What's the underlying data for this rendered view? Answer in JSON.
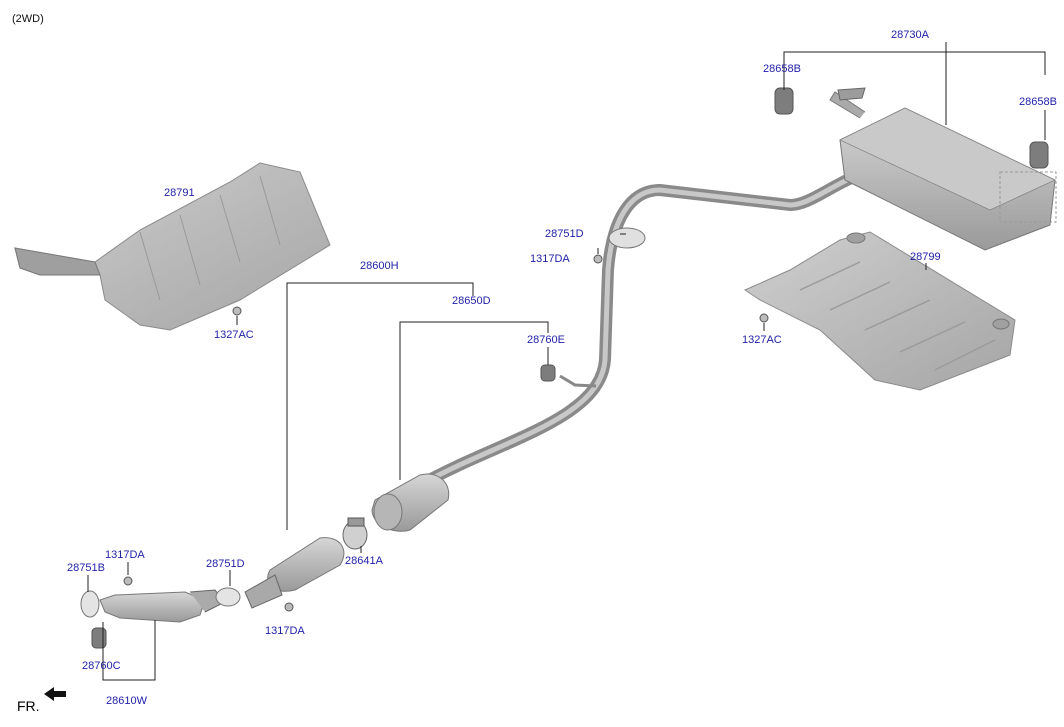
{
  "variant_label": "(2WD)",
  "direction_label": "FR.",
  "colors": {
    "label": "#1f1fa8",
    "leader": "#222222",
    "part_fill": "#b8b8b8",
    "part_stroke": "#7a7a7a"
  },
  "labels": {
    "p28730A": "28730A",
    "p28658B_left": "28658B",
    "p28658B_right": "28658B",
    "p28791": "28791",
    "p1327AC_left": "1327AC",
    "p28600H": "28600H",
    "p28650D": "28650D",
    "p28751D_top": "28751D",
    "p1317DA_top": "1317DA",
    "p28760E": "28760E",
    "p28799": "28799",
    "p1327AC_right": "1327AC",
    "p28641A": "28641A",
    "p28751B": "28751B",
    "p1317DA_left": "1317DA",
    "p28751D_bottom": "28751D",
    "p1317DA_bottom": "1317DA",
    "p28760C": "28760C",
    "p28610W": "28610W"
  }
}
